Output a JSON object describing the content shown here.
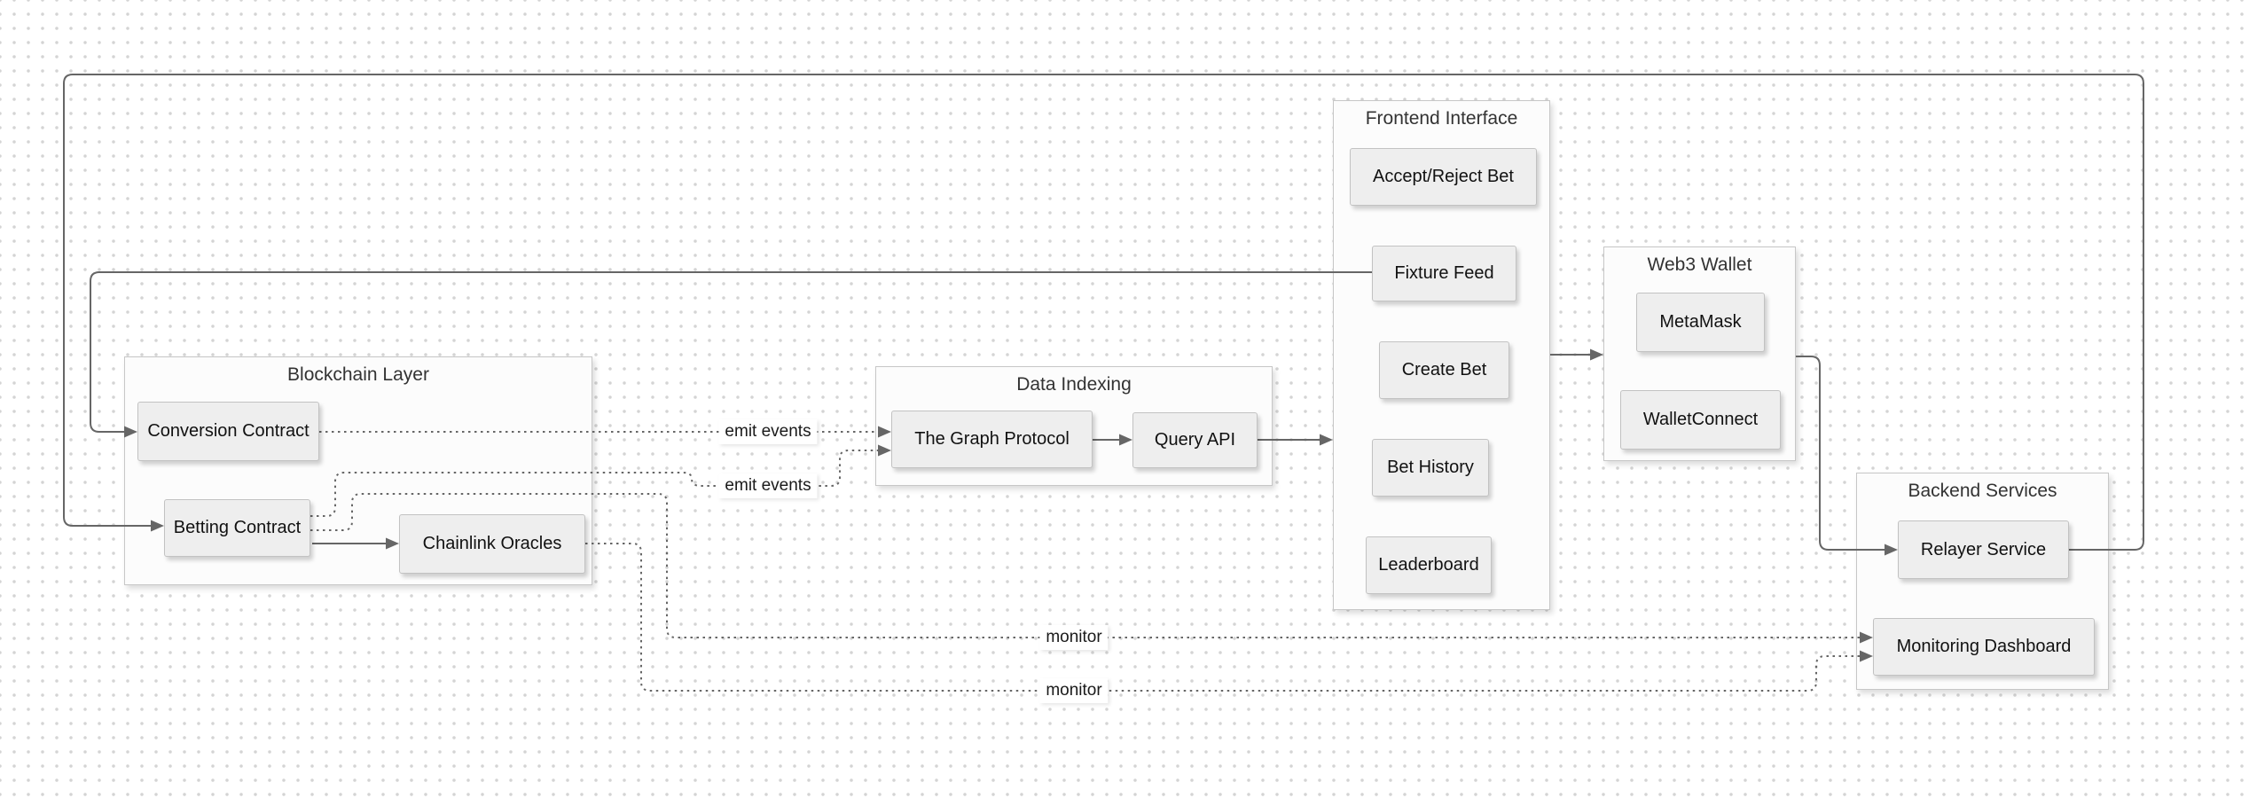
{
  "diagram": {
    "groups": [
      {
        "id": "blockchain-layer",
        "title": "Blockchain Layer",
        "nodes": [
          {
            "label": "Conversion Contract"
          },
          {
            "label": "Betting Contract"
          },
          {
            "label": "Chainlink Oracles"
          }
        ]
      },
      {
        "id": "data-indexing",
        "title": "Data Indexing",
        "nodes": [
          {
            "label": "The Graph Protocol"
          },
          {
            "label": "Query API"
          }
        ]
      },
      {
        "id": "frontend-interface",
        "title": "Frontend Interface",
        "nodes": [
          {
            "label": "Accept/Reject Bet"
          },
          {
            "label": "Fixture Feed"
          },
          {
            "label": "Create Bet"
          },
          {
            "label": "Bet History"
          },
          {
            "label": "Leaderboard"
          }
        ]
      },
      {
        "id": "web3-wallet",
        "title": "Web3 Wallet",
        "nodes": [
          {
            "label": "MetaMask"
          },
          {
            "label": "WalletConnect"
          }
        ]
      },
      {
        "id": "backend-services",
        "title": "Backend Services",
        "nodes": [
          {
            "label": "Relayer Service"
          },
          {
            "label": "Monitoring Dashboard"
          }
        ]
      }
    ],
    "edges": [
      {
        "from": "Fixture Feed",
        "to": "Conversion Contract",
        "style": "solid",
        "label": ""
      },
      {
        "from": "Relayer Service",
        "to": "Betting Contract",
        "style": "solid",
        "label": ""
      },
      {
        "from": "Betting Contract",
        "to": "Chainlink Oracles",
        "style": "solid",
        "label": ""
      },
      {
        "from": "The Graph Protocol",
        "to": "Query API",
        "style": "solid",
        "label": ""
      },
      {
        "from": "Query API",
        "to": "Frontend Interface",
        "style": "solid",
        "label": ""
      },
      {
        "from": "Frontend Interface",
        "to": "Web3 Wallet",
        "style": "solid",
        "label": ""
      },
      {
        "from": "Web3 Wallet",
        "to": "Relayer Service",
        "style": "solid",
        "label": ""
      },
      {
        "from": "Conversion Contract",
        "to": "The Graph Protocol",
        "style": "dotted",
        "label": "emit events"
      },
      {
        "from": "Betting Contract",
        "to": "The Graph Protocol",
        "style": "dotted",
        "label": "emit events"
      },
      {
        "from": "Betting Contract",
        "to": "Monitoring Dashboard",
        "style": "dotted",
        "label": "monitor"
      },
      {
        "from": "Chainlink Oracles",
        "to": "Monitoring Dashboard",
        "style": "dotted",
        "label": "monitor"
      }
    ],
    "colors": {
      "background": "#ffffff",
      "canvas_dot": "#d4d4d4",
      "node_fill": "#eeeeee",
      "node_border": "#c2c2c2",
      "group_fill": "#fcfcfc",
      "group_border": "#c7c7c7",
      "edge": "#666666",
      "edge_label_bg": "#ffffff",
      "text": "#111111"
    }
  }
}
